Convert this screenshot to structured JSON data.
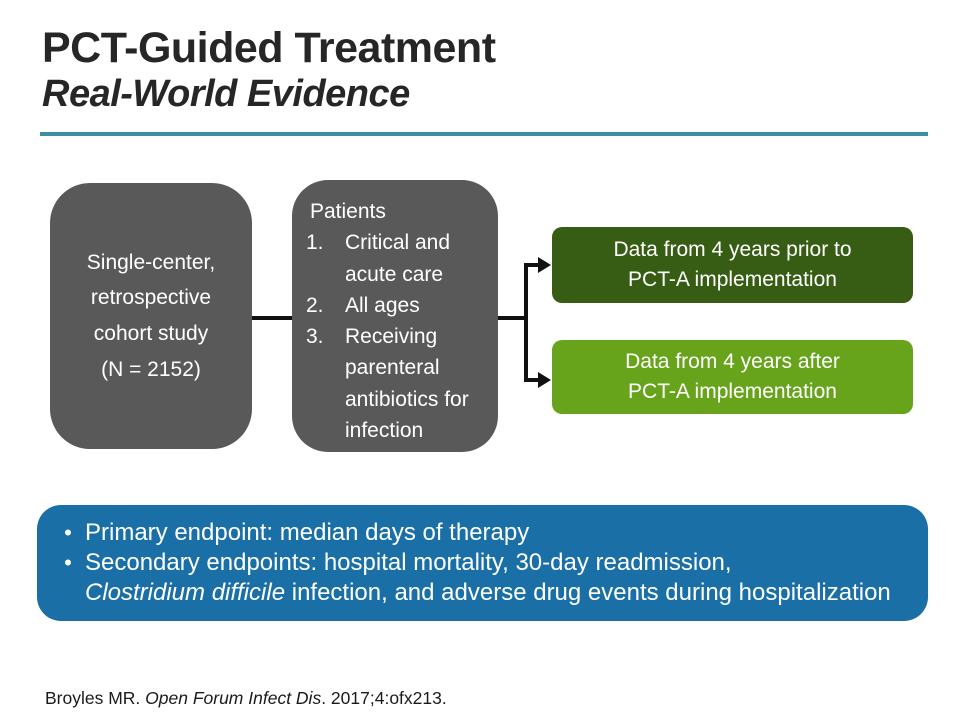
{
  "slide": {
    "title": "PCT-Guided Treatment",
    "subtitle": "Real-World Evidence"
  },
  "colors": {
    "accent_rule": "#3a8fa0",
    "gray_box": "#595959",
    "dark_green_box": "#375c13",
    "light_green_box": "#67a41c",
    "blue_box": "#1a6fa6",
    "connector": "#111111",
    "title_text": "#262626"
  },
  "diagram": {
    "study_box": {
      "lines": [
        "Single-center,",
        "retrospective",
        "cohort study",
        "(N = 2152)"
      ]
    },
    "patients_box": {
      "heading": "Patients",
      "items": [
        {
          "num": "1.",
          "text": "Critical and acute care"
        },
        {
          "num": "2.",
          "text": "All ages"
        },
        {
          "num": "3.",
          "text": "Receiving parenteral antibiotics for infection"
        }
      ]
    },
    "prior_box": {
      "lines": [
        "Data from 4 years prior to",
        "PCT-A implementation"
      ]
    },
    "after_box": {
      "lines": [
        "Data from 4 years after",
        "PCT-A implementation"
      ]
    }
  },
  "endpoints": {
    "bullet1": "Primary endpoint: median days of therapy",
    "bullet2_part1": "Secondary endpoints: hospital mortality, 30-day readmission,",
    "bullet2_italic": "Clostridium difficile",
    "bullet2_part2": " infection, and adverse drug events during hospitalization"
  },
  "citation": {
    "authors": "Broyles MR. ",
    "journal_italic": "Open Forum Infect Dis",
    "rest": ". 2017;4:ofx213."
  }
}
